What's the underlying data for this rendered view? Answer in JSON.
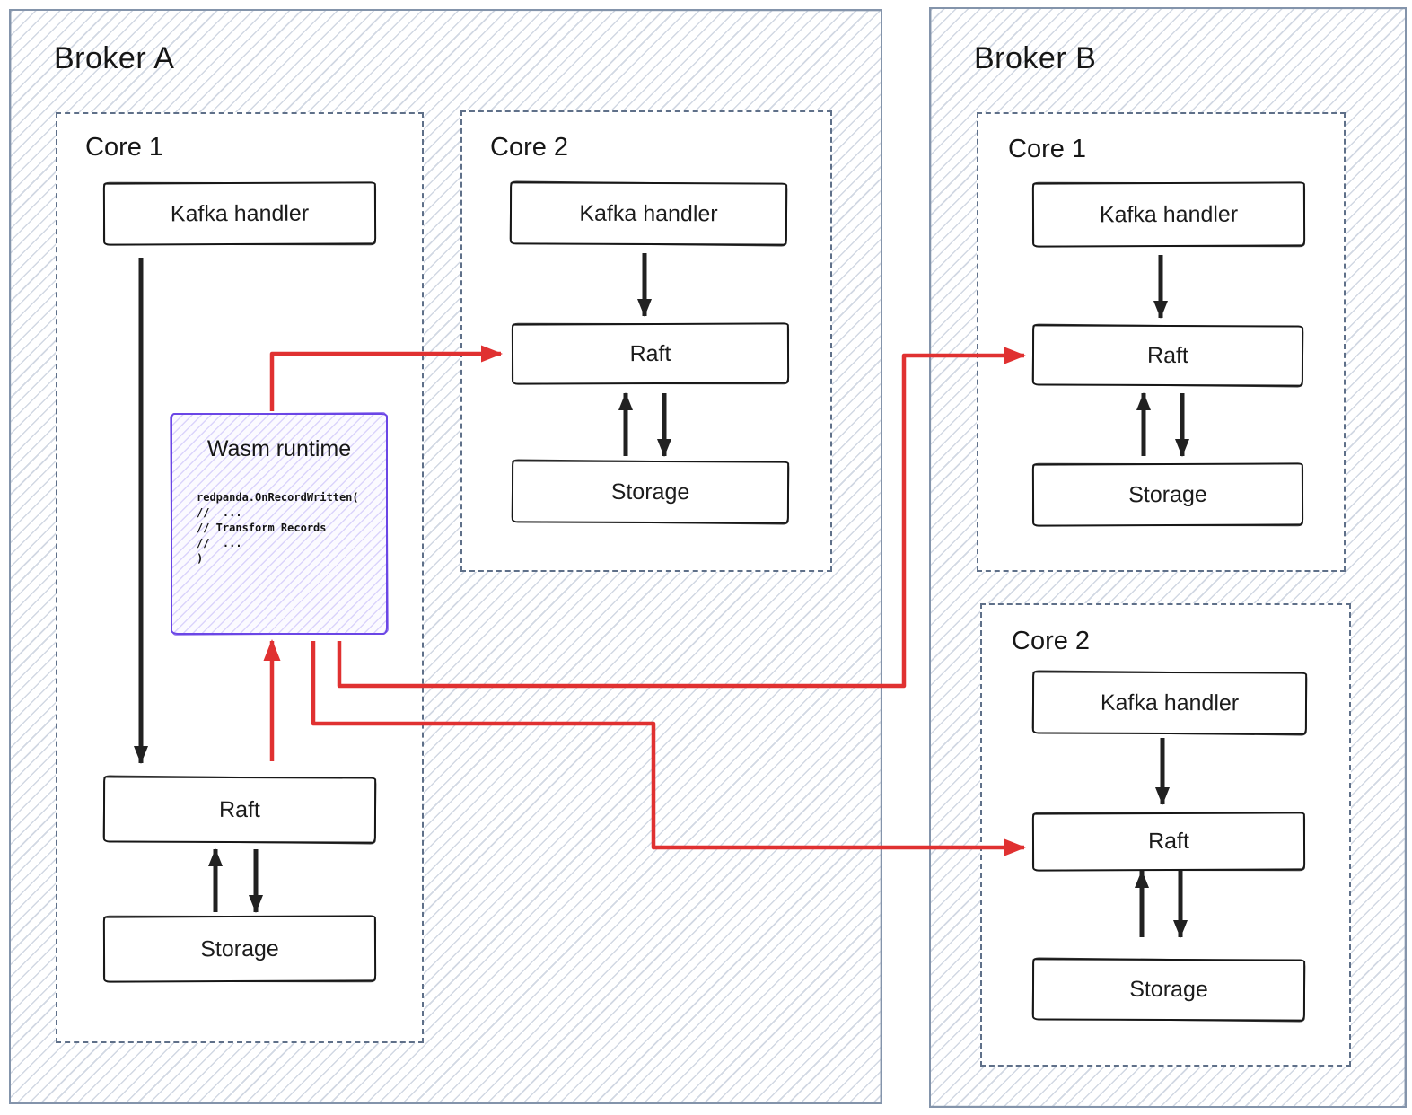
{
  "diagram": {
    "broker_a": {
      "title": "Broker A",
      "core1": {
        "title": "Core 1",
        "kafka_handler_label": "Kafka handler",
        "wasm_runtime": {
          "title": "Wasm runtime",
          "code": "redpanda.OnRecordWritten(\n//  ...\n// Transform Records\n//  ...\n)"
        },
        "raft_label": "Raft",
        "storage_label": "Storage"
      },
      "core2": {
        "title": "Core 2",
        "kafka_handler_label": "Kafka handler",
        "raft_label": "Raft",
        "storage_label": "Storage"
      }
    },
    "broker_b": {
      "title": "Broker B",
      "core1": {
        "title": "Core 1",
        "kafka_handler_label": "Kafka handler",
        "raft_label": "Raft",
        "storage_label": "Storage"
      },
      "core2": {
        "title": "Core 2",
        "kafka_handler_label": "Kafka handler",
        "raft_label": "Raft",
        "storage_label": "Storage"
      }
    },
    "colors": {
      "arrow_red": "#e03131",
      "arrow_black": "#212121",
      "wasm_purple": "#6b46e6",
      "broker_border": "#8494ab",
      "core_dashed_border": "#5f7089",
      "box_border": "#181818"
    }
  }
}
